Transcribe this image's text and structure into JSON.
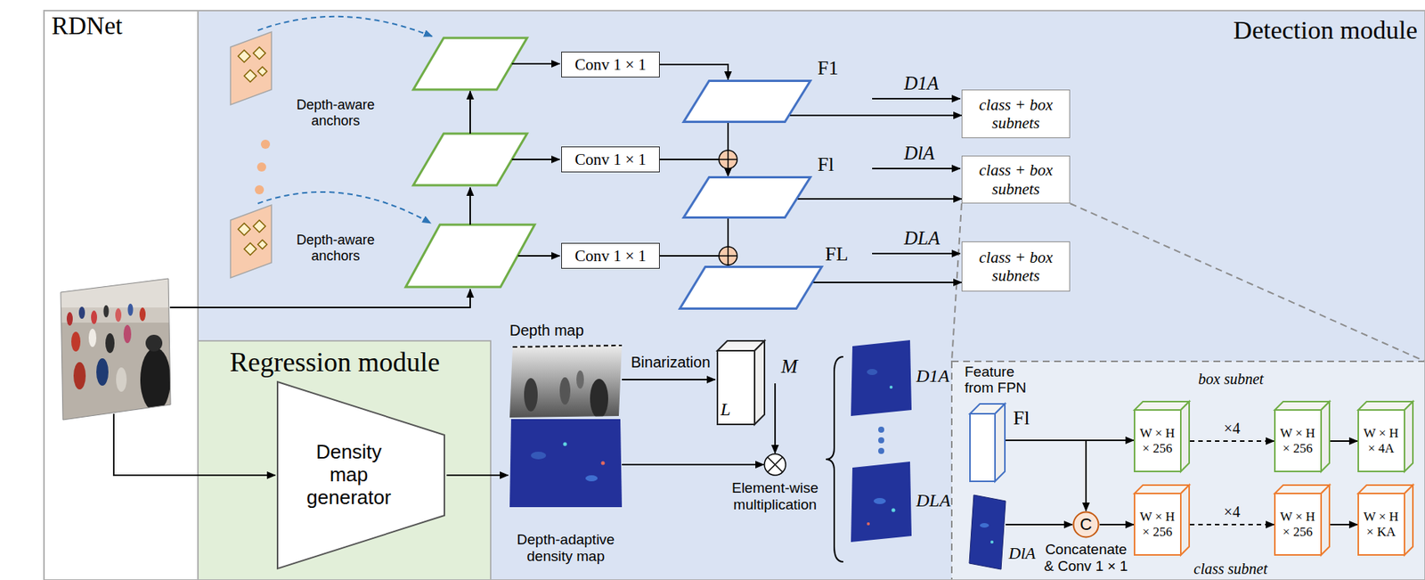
{
  "diagram": {
    "nodes": [
      {
        "text": [
          "Detection module"
        ]
      },
      {
        "text": [
          "Conv 1 × 1"
        ],
        "in": 0
      },
      {
        "text": [
          "F1"
        ],
        "in": 0
      },
      {
        "text": [
          "class + box subnets"
        ],
        "in": 0
      },
      {
        "text": [
          "Conv 1 × 1"
        ],
        "in": 0
      },
      {
        "text": [
          "Fl"
        ],
        "in": 0
      },
      {
        "text": [
          "class + box subnets"
        ],
        "in": 0
      },
      {
        "text": [
          "Conv 1 × 1"
        ],
        "in": 0
      },
      {
        "text": [
          "FL"
        ],
        "in": 0
      },
      {
        "text": [
          "class + box subnets"
        ],
        "in": 0
      },
      {
        "text": [
          "Regression module"
        ]
      },
      {
        "text": [
          "Density map generator"
        ],
        "in": 10
      },
      {
        "text": [
          "L"
        ],
        "in": 0
      },
      {
        "text": [
          "Fl"
        ],
        "in": 0
      },
      {
        "text": [
          "W × H × 256"
        ],
        "in": 0
      },
      {
        "text": [
          "W × H × 256"
        ],
        "in": 0
      },
      {
        "text": [
          "W × H × 4A"
        ],
        "in": 0
      },
      {
        "text": [
          "DlA"
        ],
        "in": 0
      },
      {
        "text": [
          "C",
          "Concatenate & Conv 1 × 1"
        ],
        "in": 0
      },
      {
        "text": [
          "W × H × 256"
        ],
        "in": 0
      },
      {
        "text": [
          "W × H × 256"
        ],
        "in": 0
      },
      {
        "text": [
          "W × H × KA"
        ],
        "in": 0
      }
    ],
    "edges": [
      {
        "from": 1,
        "to": 2,
        "arrow": "to"
      },
      {
        "from": 2,
        "to": 3,
        "arrow": "to"
      },
      {
        "from": 4,
        "to": 5,
        "arrow": "to"
      },
      {
        "from": 5,
        "to": 6,
        "arrow": "to"
      },
      {
        "from": 7,
        "to": 8,
        "arrow": "to"
      },
      {
        "from": 8,
        "to": 9,
        "arrow": "to"
      },
      {
        "from": 2,
        "to": 5,
        "arrow": "to"
      },
      {
        "from": 5,
        "to": 8,
        "arrow": "to"
      },
      {
        "from": 13,
        "to": 14,
        "arrow": "to"
      },
      {
        "from": 14,
        "to": 15,
        "label": "×4",
        "arrow": "to"
      },
      {
        "from": 15,
        "to": 16,
        "arrow": "to"
      },
      {
        "from": 13,
        "to": 18,
        "arrow": "to"
      },
      {
        "from": 17,
        "to": 18,
        "arrow": "to"
      },
      {
        "from": 18,
        "to": 19,
        "arrow": "to"
      },
      {
        "from": 19,
        "to": 20,
        "label": "×4",
        "arrow": "to"
      },
      {
        "from": 20,
        "to": 21,
        "arrow": "to"
      }
    ],
    "labels": [
      "RDNet",
      "Depth-aware anchors",
      "Depth-aware anchors",
      "D1A",
      "DlA",
      "DLA",
      "Depth map",
      "Binarization",
      "M",
      "Depth-adaptive density map",
      "Element-wise multiplication",
      "D1A",
      "DLA",
      "Feature from FPN",
      "box subnet",
      "class subnet"
    ]
  }
}
